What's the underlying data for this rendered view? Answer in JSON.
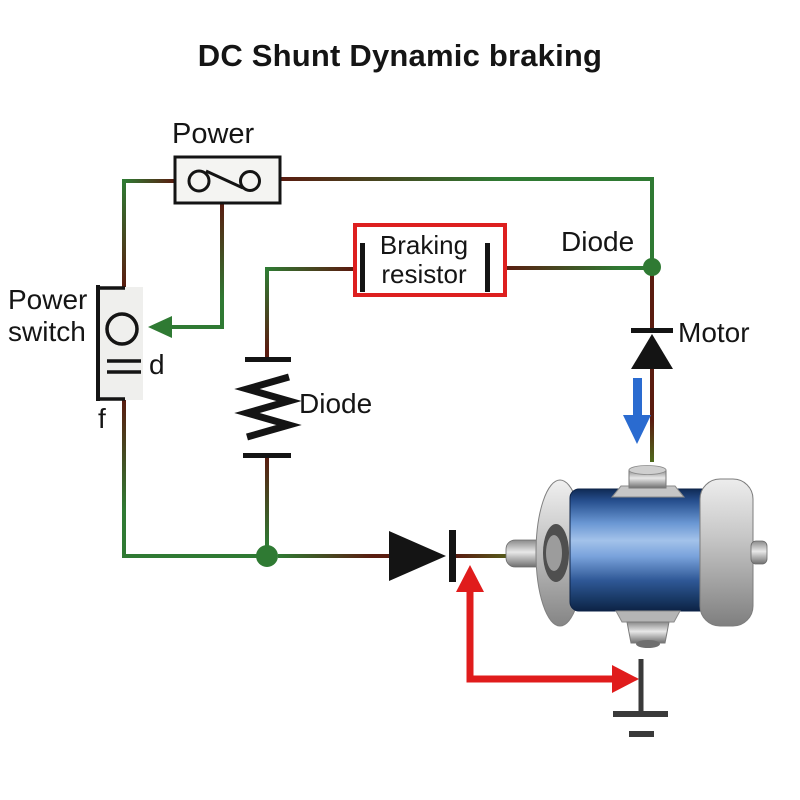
{
  "title": "DC Shunt Dynamic braking",
  "labels": {
    "power": "Power",
    "power_switch": "Power switch",
    "braking_resistor": "Braking resistor",
    "diode_top": "Diode",
    "diode_middle": "Diode",
    "motor": "Motor",
    "switch_terminal_d": "d",
    "switch_terminal_f": "f"
  },
  "colors": {
    "wire-green": "#2f7a33",
    "wire-maroon": "#5a1c10",
    "accent-red": "#e01c1c",
    "arrow-blue": "#2a6bd0",
    "ink-black": "#141414",
    "ground-gray": "#3a3a3a",
    "motor-blue": "#3f6fbe",
    "panel-gray": "#f0f0ee"
  }
}
